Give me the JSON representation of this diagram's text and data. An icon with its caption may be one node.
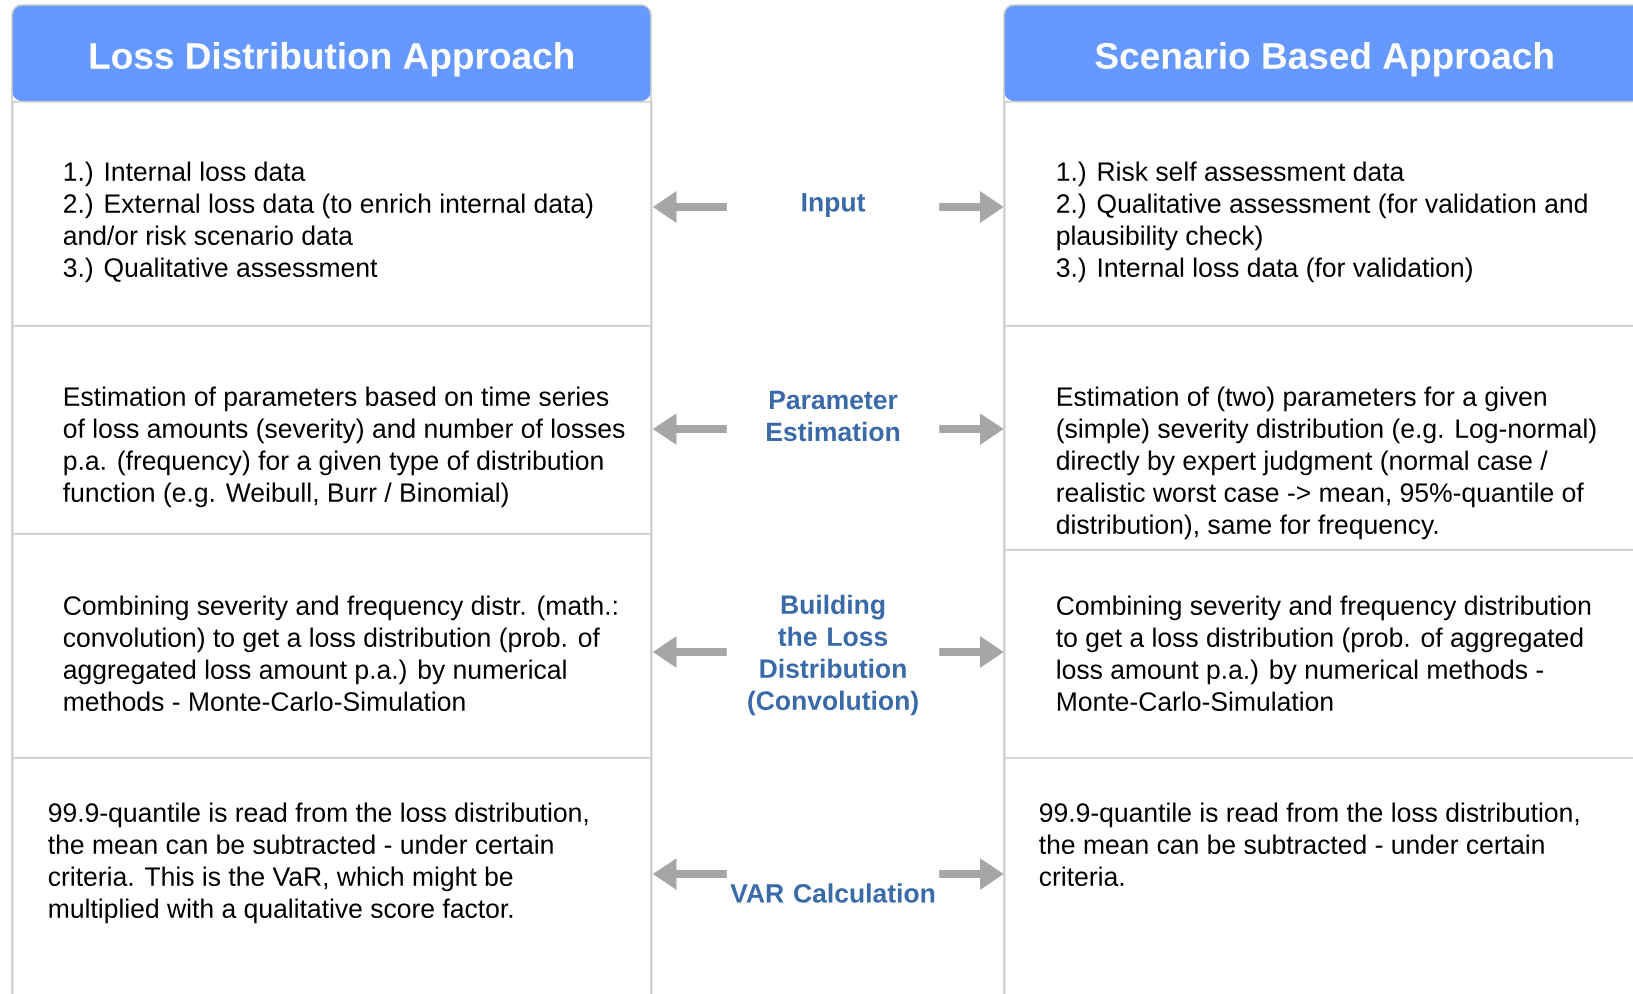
{
  "diagram": {
    "nodes": [
      {
        "text": [
          "Loss Distribution Approach"
        ]
      },
      {
        "text": [
          "1.) Internal loss data",
          "2.) External loss data (to enrich internal data) and/or risk scenario data",
          "3.) Qualitative assessment"
        ],
        "in": 0
      },
      {
        "text": [
          "Estimation of parameters based on time series of loss amounts (severity) and number of losses p.a. (frequency) for a given type of distribution function (e.g. Weibull, Burr / Binomial)"
        ],
        "in": 0
      },
      {
        "text": [
          "Combining severity and frequency distr. (math.: convolution) to get a loss distribution (prob. of aggregated loss amount p.a.) by numerical methods - Monte-Carlo-Simulation"
        ],
        "in": 0
      },
      {
        "text": [
          "99.9-quantile is read from the loss distribution, the mean can be subtracted - under certain criteria. This is the VaR, which might be multiplied with a qualitative score factor."
        ],
        "in": 0
      },
      {
        "text": [
          "Scenario Based Approach"
        ]
      },
      {
        "text": [
          "1.) Risk self assessment data",
          "2.) Qualitative assessment (for validation and plausibility check)",
          "3.) Internal loss data (for validation)"
        ],
        "in": 5
      },
      {
        "text": [
          "Estimation of (two) parameters for a given (simple) severity distribution (e.g. Log-normal) directly by expert judgment (normal case / realistic worst case -> mean, 95%-quantile of distribution), same for frequency."
        ],
        "in": 5
      },
      {
        "text": [
          "Combining severity and frequency distribution to get a loss distribution (prob. of aggregated loss amount p.a.) by numerical methods - Monte-Carlo-Simulation"
        ],
        "in": 5
      },
      {
        "text": [
          "99.9-quantile is read from the loss distribution, the mean can be subtracted - under certain criteria."
        ],
        "in": 5
      },
      {
        "text": [
          "Input"
        ]
      },
      {
        "text": [
          "Parameter Estimation"
        ]
      },
      {
        "text": [
          "Building the Loss Distribution (Convolution)"
        ]
      },
      {
        "text": [
          "VAR Calculation"
        ]
      }
    ],
    "edges": [
      {
        "from": 10,
        "to": 1,
        "arrow": "to"
      },
      {
        "from": 10,
        "to": 6,
        "arrow": "to"
      },
      {
        "from": 11,
        "to": 2,
        "arrow": "to"
      },
      {
        "from": 11,
        "to": 7,
        "arrow": "to"
      },
      {
        "from": 12,
        "to": 3,
        "arrow": "to"
      },
      {
        "from": 12,
        "to": 8,
        "arrow": "to"
      },
      {
        "from": 13,
        "to": 4,
        "arrow": "to"
      },
      {
        "from": 13,
        "to": 9,
        "arrow": "to"
      }
    ]
  }
}
